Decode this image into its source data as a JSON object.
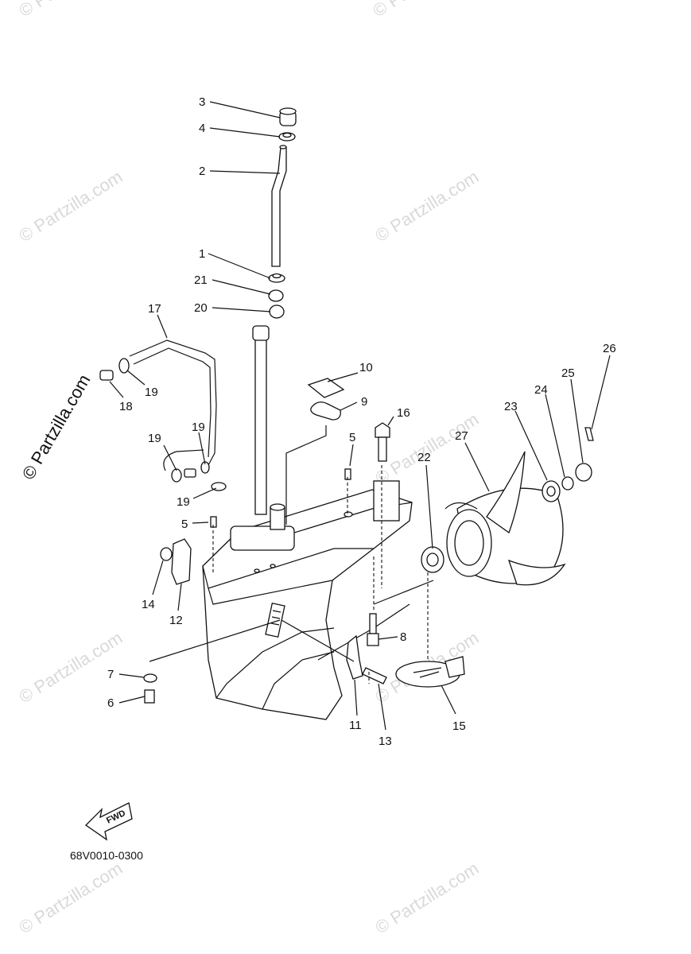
{
  "diagram": {
    "code": "68V0010-0300",
    "fwd_label": "FWD",
    "callouts": [
      {
        "id": "c3",
        "text": "3"
      },
      {
        "id": "c4",
        "text": "4"
      },
      {
        "id": "c2",
        "text": "2"
      },
      {
        "id": "c1",
        "text": "1"
      },
      {
        "id": "c21",
        "text": "21"
      },
      {
        "id": "c20",
        "text": "20"
      },
      {
        "id": "c17",
        "text": "17"
      },
      {
        "id": "c19a",
        "text": "19"
      },
      {
        "id": "c18",
        "text": "18"
      },
      {
        "id": "c19b",
        "text": "19"
      },
      {
        "id": "c19c",
        "text": "19"
      },
      {
        "id": "c19d",
        "text": "19"
      },
      {
        "id": "c10",
        "text": "10"
      },
      {
        "id": "c9",
        "text": "9"
      },
      {
        "id": "c16",
        "text": "16"
      },
      {
        "id": "c5a",
        "text": "5"
      },
      {
        "id": "c5b",
        "text": "5"
      },
      {
        "id": "c22",
        "text": "22"
      },
      {
        "id": "c27",
        "text": "27"
      },
      {
        "id": "c23",
        "text": "23"
      },
      {
        "id": "c24",
        "text": "24"
      },
      {
        "id": "c25",
        "text": "25"
      },
      {
        "id": "c26",
        "text": "26"
      },
      {
        "id": "c14",
        "text": "14"
      },
      {
        "id": "c12",
        "text": "12"
      },
      {
        "id": "c8",
        "text": "8"
      },
      {
        "id": "c7",
        "text": "7"
      },
      {
        "id": "c6",
        "text": "6"
      },
      {
        "id": "c11",
        "text": "11"
      },
      {
        "id": "c13",
        "text": "13"
      },
      {
        "id": "c15",
        "text": "15"
      }
    ]
  },
  "watermark": {
    "text": "© Partzilla.com"
  }
}
